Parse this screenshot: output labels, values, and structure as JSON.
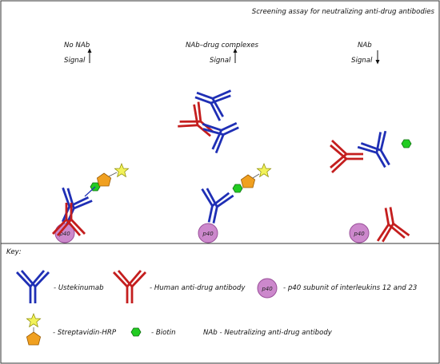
{
  "title": "Screening assay for neutralizing anti-drug antibodies",
  "panels": [
    {
      "name": "No NAb",
      "signal": "Signal"
    },
    {
      "name": "NAb–drug complexes",
      "signal": "Signal"
    },
    {
      "name": "NAb",
      "signal": "Signal"
    }
  ],
  "p40_label": "p40",
  "key": {
    "heading": "Key:",
    "ustekinumab": "- Ustekinumab",
    "human_ada": "- Human anti-drug antibody",
    "p40_desc": "- p40 subunit of interleukins 12 and 23",
    "strep_hrp": "- Streptavidin-HRP",
    "biotin": "- Biotin",
    "nab_def": "NAb - Neutralizing anti-drug antibody"
  },
  "colors": {
    "ustekinumab": "#1f2fb5",
    "human_ada": "#c41e1e",
    "p40_fill": "#cc88cc",
    "p40_stroke": "#9a4f9a",
    "streptavidin": "#f0a020",
    "biotin": "#22cc22",
    "star": "#f2f25a",
    "frame": "#333333"
  }
}
